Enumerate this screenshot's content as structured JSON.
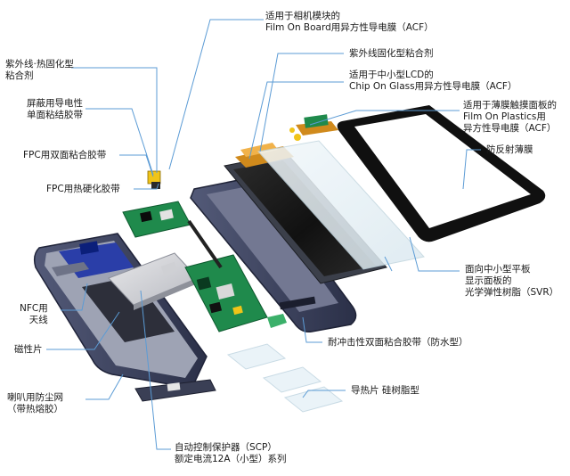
{
  "labels": {
    "acf_film_on_board": [
      "适用于相机模块的",
      "Film On Board用异方性导电膜（ACF）"
    ],
    "uv_thermal_adhesive": [
      "紫外线·热固化型",
      "粘合剂"
    ],
    "uv_adhesive": [
      "紫外线固化型粘合剂"
    ],
    "acf_chip_on_glass": [
      "适用于中小型LCD的",
      "Chip On Glass用异方性导电膜（ACF）"
    ],
    "shield_tape": [
      "屏蔽用导电性",
      "单面粘结胶带"
    ],
    "acf_film_on_plastics": [
      "适用于薄膜触摸面板的",
      "Film On Plastics用",
      "异方性导电膜（ACF）"
    ],
    "fpc_double_tape": [
      "FPC用双面粘合胶带"
    ],
    "anti_reflection_film": [
      "防反射薄膜"
    ],
    "fpc_thermal_tape": [
      "FPC用热硬化胶带"
    ],
    "svr_resin": [
      "面向中小型平板",
      "显示面板的",
      "光学弹性树脂（SVR）"
    ],
    "nfc_antenna": [
      "NFC用",
      "天线"
    ],
    "impact_tape": [
      "耐冲击性双面粘合胶带（防水型）"
    ],
    "magnetic_sheet": [
      "磁性片"
    ],
    "thermal_sheet": [
      "导热片 硅树脂型"
    ],
    "speaker_mesh": [
      "喇叭用防尘网",
      "（带热熔胶）"
    ],
    "scp": [
      "自动控制保护器（SCP）",
      "额定电流12A（小型）系列"
    ]
  },
  "colors": {
    "leader_line": "#5b9bd5",
    "frame": "#3a3f5a",
    "board": "#1f8a4c",
    "screen": "#161616",
    "glass_tint": "#e6f1f6",
    "flex": "#d08a1c"
  }
}
